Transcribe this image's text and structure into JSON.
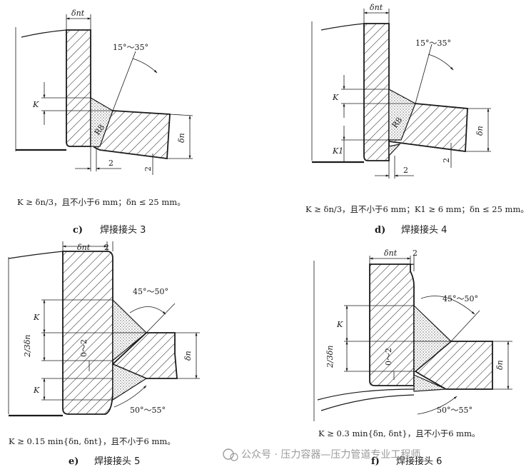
{
  "labels": {
    "delta_nt": "δnt",
    "delta_n": "δn",
    "K": "K",
    "K1": "K1",
    "R8": "R8",
    "two": "2",
    "zero_two": "0～2",
    "two_thirds": "2/3δn",
    "angle_15_35": "15°～35°",
    "angle_45_50": "45°～50°",
    "angle_50_55": "50°～55°"
  },
  "panels": {
    "c": {
      "formula": "K ≥ δn/3，且不小于6 mm；δn ≤ 25 mm。",
      "letter": "c)",
      "title": "焊接接头 3"
    },
    "d": {
      "formula": "K ≥ δn/3，且不小于6 mm；K1 ≥ 6 mm；δn ≤ 25 mm。",
      "letter": "d)",
      "title": "焊接接头 4"
    },
    "e": {
      "formula": "K ≥ 0.15 min{δn, δnt}，且不小于6 mm。",
      "letter": "e)",
      "title": "焊接接头 5"
    },
    "f": {
      "formula": "K ≥ 0.3 min{δn, δnt}，且不小于6 mm。",
      "letter": "f)",
      "title": "焊接接头 6"
    }
  },
  "watermark": "公众号 · 压力容器—压力管道专业工程师"
}
